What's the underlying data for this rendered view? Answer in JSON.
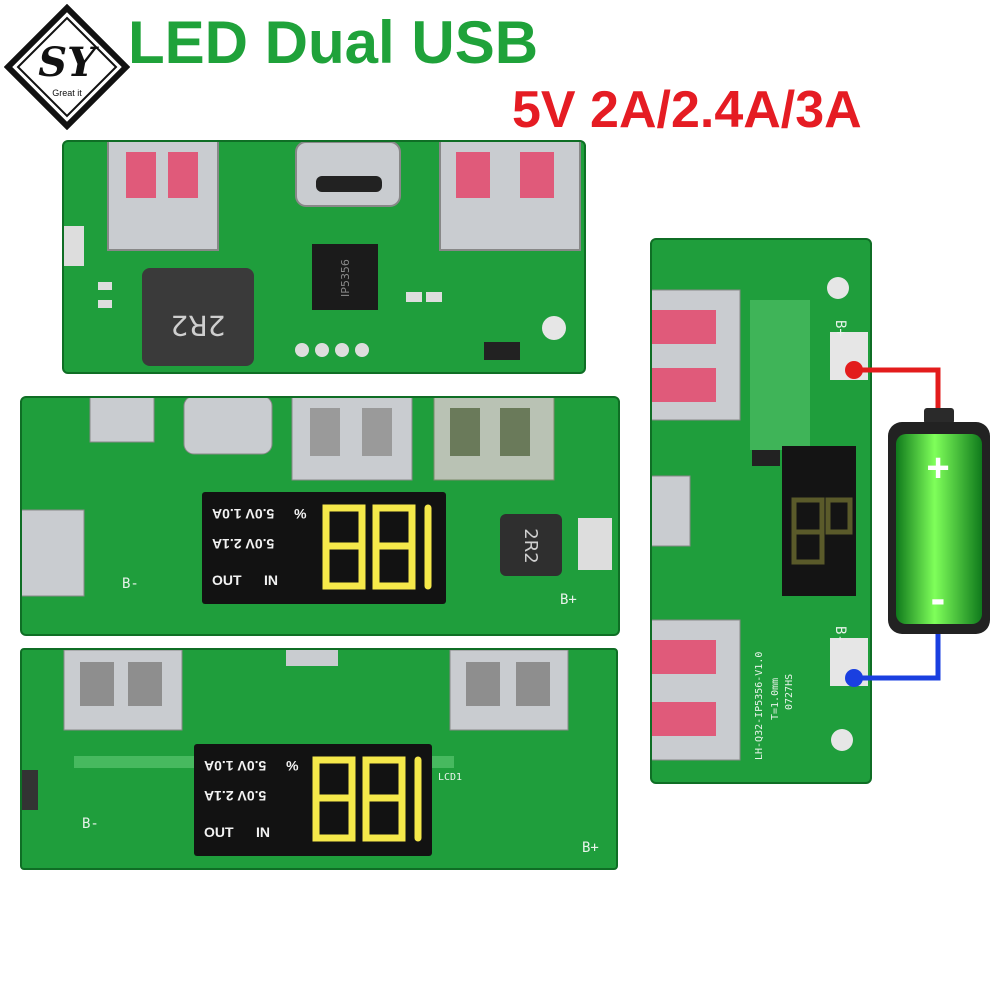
{
  "header": {
    "title": "LED Dual USB",
    "subtitle": "5V 2A/2.4A/3A"
  },
  "logo": {
    "monogram": "SY",
    "tagline": "Great it"
  },
  "boards": {
    "board1": {
      "chip_marking": "IP5356",
      "inductor_marking": "2R2"
    },
    "board2": {
      "display": {
        "line1": "5.0V 1.0A",
        "line2": "5.0V 2.1A",
        "in": "IN",
        "out": "OUT",
        "digits": "88",
        "percent": "%"
      },
      "inductor_marking": "2R2",
      "b_minus": "B-",
      "b_plus": "B+"
    },
    "board3": {
      "display": {
        "line1": "5.0V 1.0A",
        "line2": "5.0V 2.1A",
        "in": "IN",
        "out": "OUT",
        "percent": "%"
      },
      "lcd_mark": "LCD1",
      "b_minus": "B-",
      "b_plus": "B+"
    },
    "board4": {
      "b_plus": "B+",
      "b_minus": "B-",
      "model": "LH-Q32-IP5356-V1.0",
      "thickness": "T=1.0mm",
      "date": "0727HS"
    }
  },
  "battery": {
    "plus": "+",
    "minus": "-"
  },
  "colors": {
    "brand_green": "#1fa23a",
    "accent_red": "#e51c23",
    "pcb_green": "#1f9e3c",
    "wire_red": "#e31c1c",
    "wire_blue": "#1a3fe0",
    "digit_yellow": "#f5e84a"
  }
}
